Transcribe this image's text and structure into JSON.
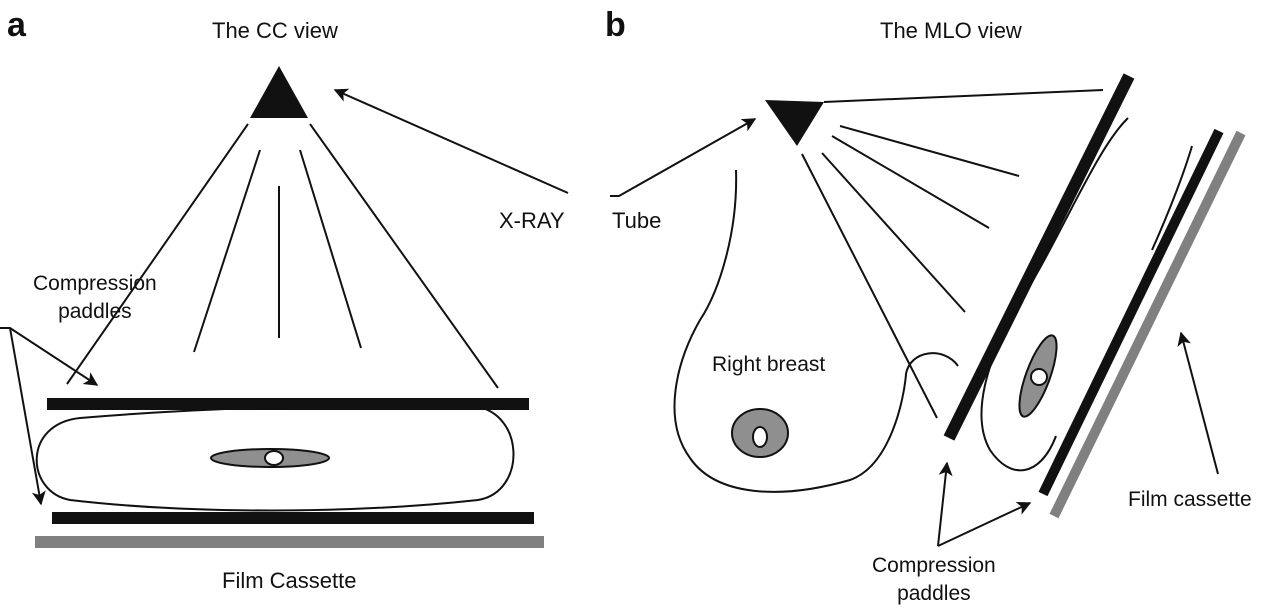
{
  "colors": {
    "line": "#111111",
    "paddle": "#111111",
    "cassette": "#808080",
    "lesion": "#8f8f8f",
    "background": "#ffffff"
  },
  "panel_a": {
    "letter": "a",
    "title": "The CC view",
    "xray_label": "X-RAY",
    "paddles_label": "Compression\npaddles",
    "cassette_label": "Film Cassette"
  },
  "panel_b": {
    "letter": "b",
    "title": "The MLO view",
    "tube_label": "Tube",
    "breast_label": "Right breast",
    "paddles_label": "Compression\npaddles",
    "cassette_label": "Film cassette"
  }
}
